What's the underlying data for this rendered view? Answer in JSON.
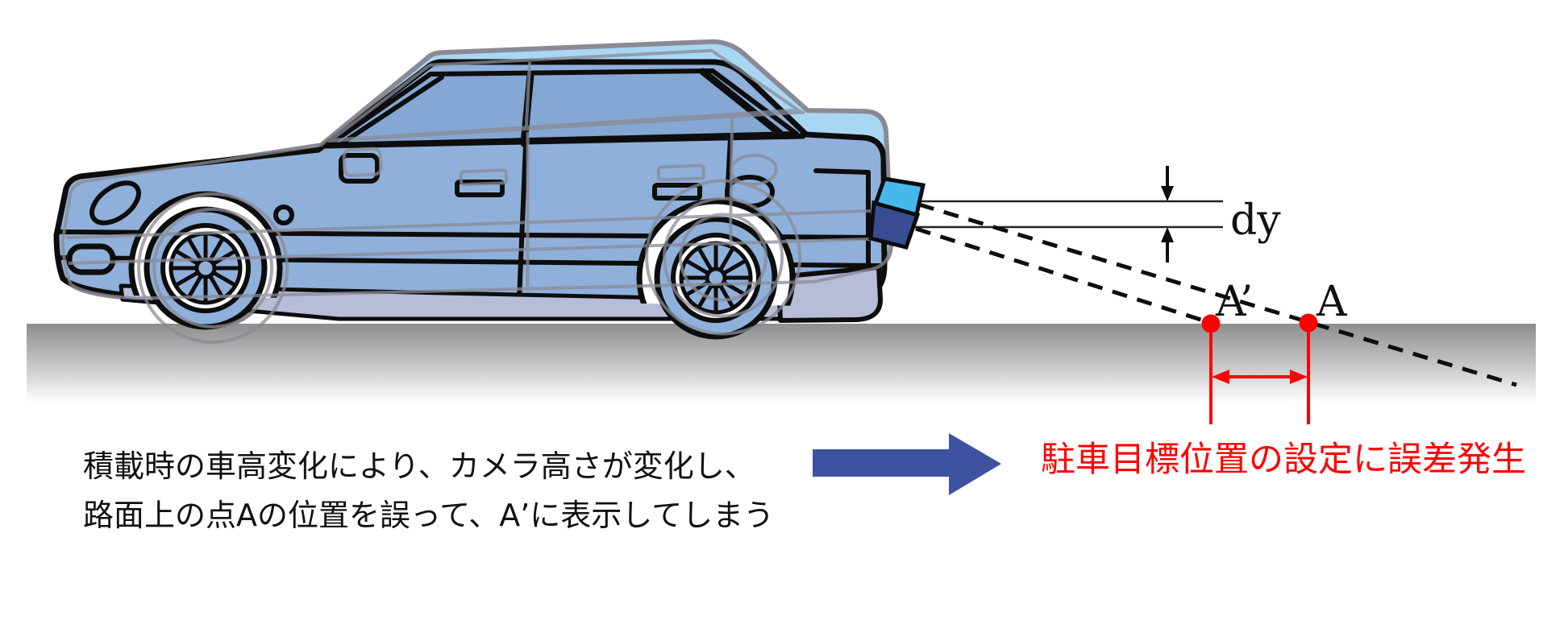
{
  "caption": {
    "line1": "積載時の車高変化により、カメラ高さが変化し、",
    "line2": "路面上の点Aの位置を誤って、A’に表示してしまう"
  },
  "conclusion": {
    "text": "駐車目標位置の設定に誤差発生"
  },
  "measurements": {
    "camera_height_offset_label": "dy",
    "displayed_point_label": "A’",
    "actual_point_label": "A"
  },
  "colors": {
    "car_body_blue": "#8FB0DA",
    "car_window_blue": "#85A7D3",
    "ghost_car_cyan": "#A9D7F3",
    "ghost_outline_gray": "#8A8A96",
    "trim_lavender": "#B7BCD9",
    "camera_upper_cyan": "#45B9EC",
    "camera_lower_navy": "#3B4D92",
    "outline_black": "#0D0D0D",
    "ground_gray": "#8F8F8F",
    "error_red": "#FF0000",
    "arrow_blue": "#3F529F"
  }
}
